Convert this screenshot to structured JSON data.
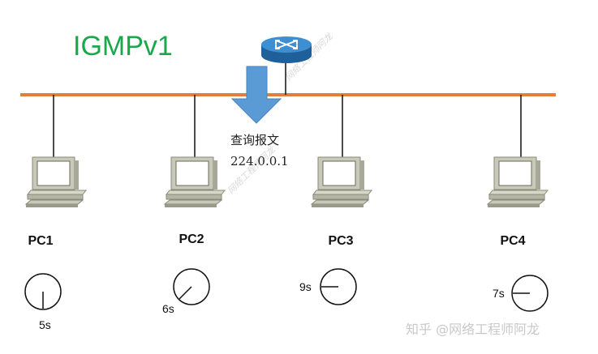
{
  "diagram": {
    "title": "IGMPv1",
    "query_label": "查询报文",
    "query_address": "224.0.0.1",
    "colors": {
      "bus": "#e57d3a",
      "arrow": "#5b9bd5",
      "title": "#1aa84b",
      "router": "#2f7fbf"
    },
    "hosts": [
      {
        "label": "PC1",
        "timer": "5s",
        "hand_angle": 180
      },
      {
        "label": "PC2",
        "timer": "6s",
        "hand_angle": 225
      },
      {
        "label": "PC3",
        "timer": "9s",
        "hand_angle": 270
      },
      {
        "label": "PC4",
        "timer": "7s",
        "hand_angle": 270
      }
    ]
  },
  "watermarks": {
    "diagonal": "网络工程师阿龙",
    "footer": "知乎 @网络工程师阿龙"
  }
}
